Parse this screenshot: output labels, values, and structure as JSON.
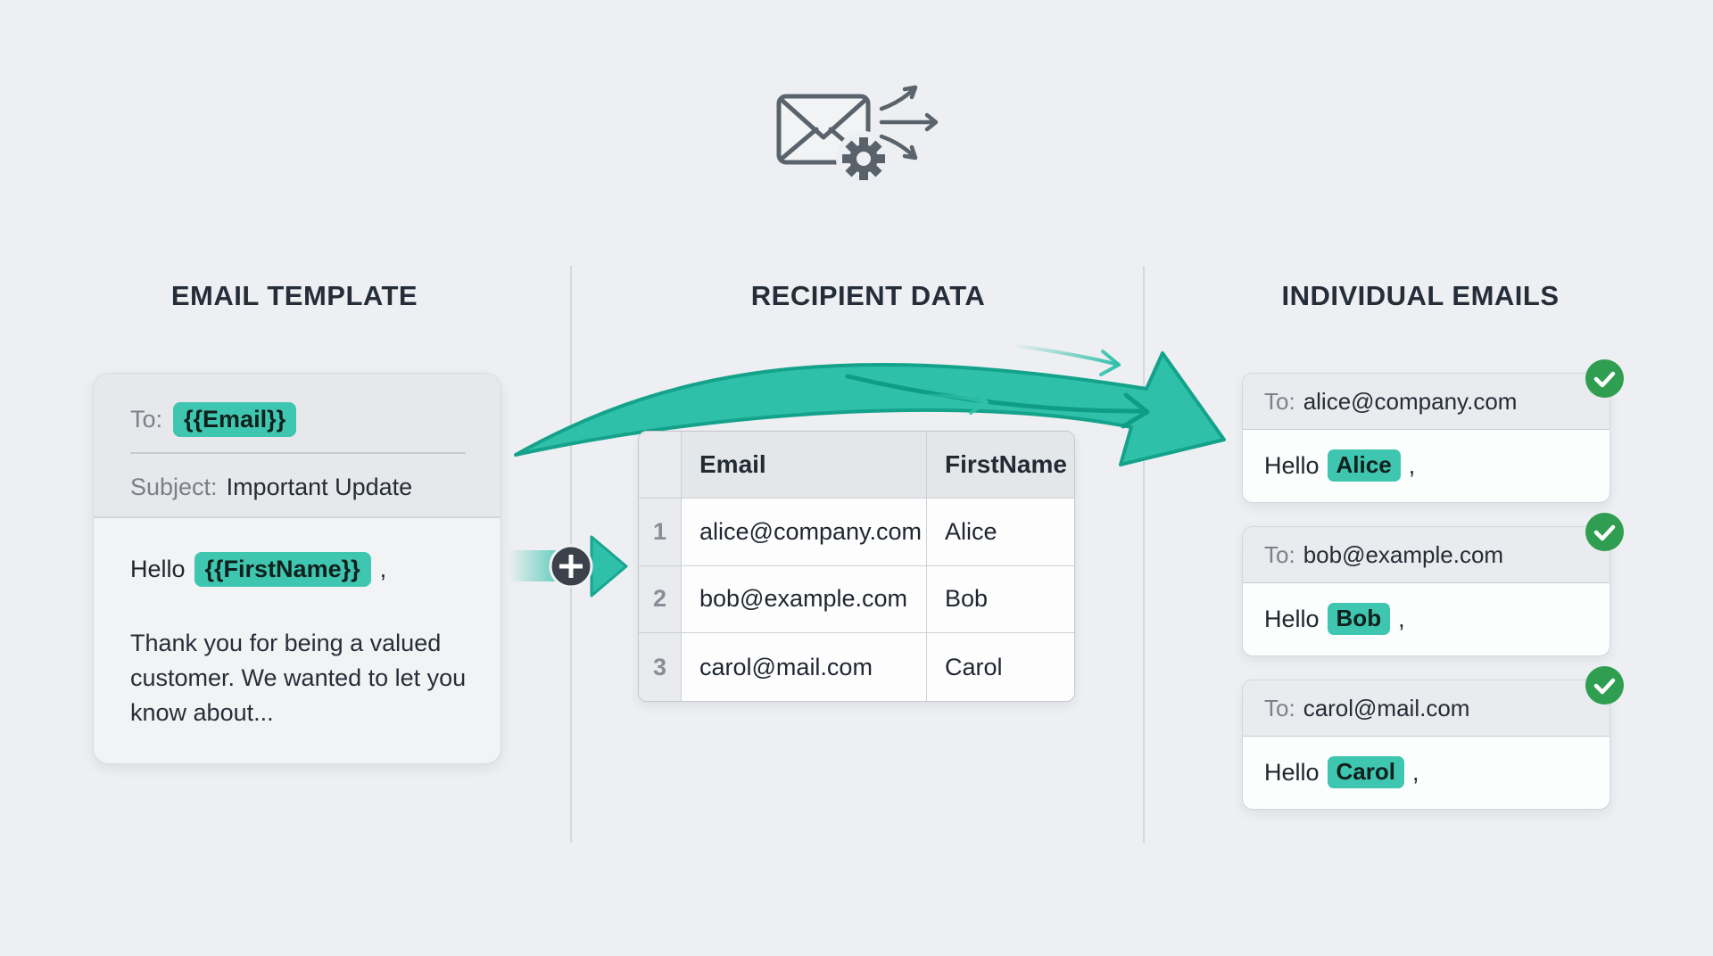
{
  "page": {
    "background": "#edeff2"
  },
  "colors": {
    "highlight_teal": "#3fc6b0",
    "arrow_teal": "#2fc0aa",
    "arrow_teal_dark": "#14a28a",
    "badge_green": "#2f9e51",
    "dark_text": "#242d38",
    "muted_text": "#7b828b"
  },
  "icons": {
    "top": "envelope-with-gear-and-fanout-arrows",
    "card_status": "check-circle",
    "merge_step": "plus-circle-with-arrow"
  },
  "sections": {
    "template": {
      "title": "EMAIL TEMPLATE"
    },
    "recipients": {
      "title": "RECIPIENT DATA"
    },
    "individual": {
      "title": "INDIVIDUAL EMAILS"
    }
  },
  "template_card": {
    "to_label": "To:",
    "to_placeholder": "{{Email}}",
    "subject_label": "Subject:",
    "subject_value": "Important Update",
    "greeting_prefix": "Hello",
    "greeting_placeholder": "{{FirstName}}",
    "greeting_suffix": ",",
    "body_text": "Thank you for being a valued customer. We wanted to let you know about..."
  },
  "recipient_table": {
    "columns": [
      "Email",
      "FirstName"
    ],
    "rows": [
      {
        "index": "1",
        "email": "alice@company.com",
        "first_name": "Alice"
      },
      {
        "index": "2",
        "email": "bob@example.com",
        "first_name": "Bob"
      },
      {
        "index": "3",
        "email": "carol@mail.com",
        "first_name": "Carol"
      }
    ]
  },
  "individual_emails": [
    {
      "to_label": "To:",
      "to_value": "alice@company.com",
      "greeting_prefix": "Hello",
      "name_value": "Alice",
      "greeting_suffix": ","
    },
    {
      "to_label": "To:",
      "to_value": "bob@example.com",
      "greeting_prefix": "Hello",
      "name_value": "Bob",
      "greeting_suffix": ","
    },
    {
      "to_label": "To:",
      "to_value": "carol@mail.com",
      "greeting_prefix": "Hello",
      "name_value": "Carol",
      "greeting_suffix": ","
    }
  ]
}
